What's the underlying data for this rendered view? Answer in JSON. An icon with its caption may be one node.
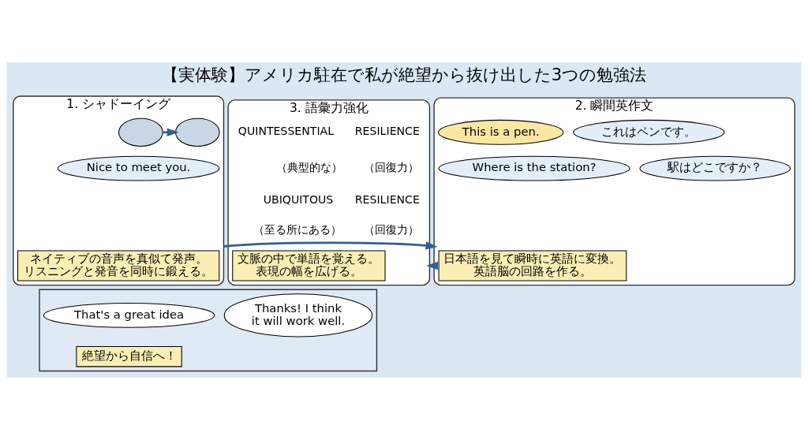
{
  "diagram": {
    "title": "【実体験】アメリカ駐在で私が絶望から抜け出した3つの勉強法",
    "nodes": [
      {
        "text": [
          "1. シャドーイング"
        ]
      },
      {
        "text": [],
        "shape": "cloud",
        "in": 0
      },
      {
        "text": [],
        "shape": "cloud",
        "in": 0
      },
      {
        "text": [
          "Nice to meet you."
        ],
        "in": 0
      },
      {
        "text": [
          "ネイティブの音声を真似て発声。リスニングと発音を同時に鍛える。"
        ],
        "in": 0
      },
      {
        "text": [
          "2. 瞬間英作文"
        ]
      },
      {
        "text": [
          "これはペンです。"
        ],
        "in": 5
      },
      {
        "text": [
          "This is a pen."
        ],
        "in": 5
      },
      {
        "text": [
          "駅はどこですか？"
        ],
        "in": 5
      },
      {
        "text": [
          "Where is the station?"
        ],
        "in": 5
      },
      {
        "text": [
          "日本語を見て瞬時に英語に変換。英語脳の回路を作る。"
        ],
        "in": 5
      },
      {
        "text": [
          "3. 語彙力強化"
        ]
      },
      {
        "text": [
          "文脈の中で単語を覚える。表現の幅を広げる。"
        ],
        "in": 11
      },
      {
        "text": [],
        "shape": "box"
      },
      {
        "text": [
          "That's a great idea"
        ],
        "in": 13
      },
      {
        "text": [
          "Thanks! I think it will work well."
        ],
        "in": 13
      },
      {
        "text": [
          "絶望から自信へ！"
        ],
        "in": 13
      }
    ],
    "edges": [
      {
        "from": 1,
        "to": 2,
        "arrow": "to"
      },
      {
        "from": 0,
        "to": 5,
        "arrow": "to"
      },
      {
        "from": 5,
        "to": 11,
        "arrow": "to"
      }
    ],
    "labels": [
      "QUINTESSENTIAL",
      "（典型的な）",
      "RESILIENCE",
      "（回復力）",
      "UBIQUITOUS",
      "（至る所にある）",
      "RESILIENCE",
      "（回復力）"
    ]
  }
}
